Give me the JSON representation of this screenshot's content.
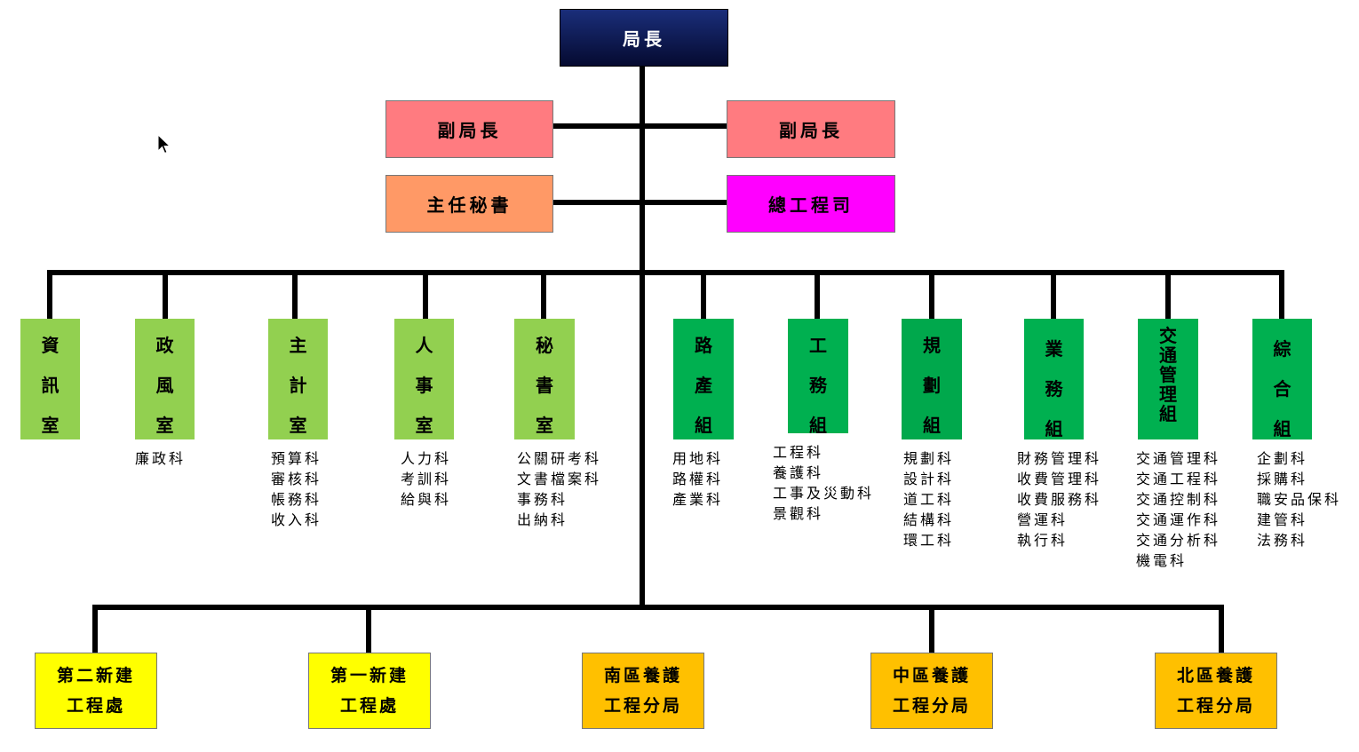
{
  "chief": {
    "label": "局長",
    "color": "#0d1a5c"
  },
  "deputies": [
    {
      "label": "副局長",
      "color": "#ff7b80"
    },
    {
      "label": "副局長",
      "color": "#ff7b80"
    }
  ],
  "secretary": {
    "label": "主任秘書",
    "color": "#ff9966"
  },
  "chief_engineer": {
    "label": "總工程司",
    "color": "#ff00ff"
  },
  "offices": [
    {
      "label": "資訊室",
      "color": "#92d050",
      "sub": []
    },
    {
      "label": "政風室",
      "color": "#92d050",
      "sub": [
        "廉政科"
      ]
    },
    {
      "label": "主計室",
      "color": "#92d050",
      "sub": [
        "預算科",
        "審核科",
        "帳務科",
        "收入科"
      ]
    },
    {
      "label": "人事室",
      "color": "#92d050",
      "sub": [
        "人力科",
        "考訓科",
        "給與科"
      ]
    },
    {
      "label": "秘書室",
      "color": "#92d050",
      "sub": [
        "公關研考科",
        "文書檔案科",
        "事務科",
        "出納科"
      ]
    },
    {
      "label": "路產組",
      "color": "#00b050",
      "sub": [
        "用地科",
        "路權科",
        "產業科"
      ]
    },
    {
      "label": "工務組",
      "color": "#00b050",
      "sub": [
        "工程科",
        "養護科",
        "工事及災動科",
        "景觀科"
      ]
    },
    {
      "label": "規劃組",
      "color": "#00b050",
      "sub": [
        "規劃科",
        "設計科",
        "道工科",
        "結構科",
        "環工科"
      ]
    },
    {
      "label": "業務組",
      "color": "#00b050",
      "sub": [
        "財務管理科",
        "收費管理科",
        "收費服務科",
        "營運科",
        "執行科"
      ]
    },
    {
      "label": "交通管理組",
      "color": "#00b050",
      "sub": [
        "交通管理科",
        "交通工程科",
        "交通控制科",
        "交通運作科",
        "交通分析科",
        "機電科"
      ]
    },
    {
      "label": "綜合組",
      "color": "#00b050",
      "sub": [
        "企劃科",
        "採購科",
        "職安品保科",
        "建管科",
        "法務科"
      ]
    }
  ],
  "branches": [
    {
      "line1": "第二新建",
      "line2": "工程處",
      "color": "#ffff00"
    },
    {
      "line1": "第一新建",
      "line2": "工程處",
      "color": "#ffff00"
    },
    {
      "line1": "南區養護",
      "line2": "工程分局",
      "color": "#ffc000"
    },
    {
      "line1": "中區養護",
      "line2": "工程分局",
      "color": "#ffc000"
    },
    {
      "line1": "北區養護",
      "line2": "工程分局",
      "color": "#ffc000"
    }
  ],
  "cursor_icon": "mouse-pointer-icon"
}
